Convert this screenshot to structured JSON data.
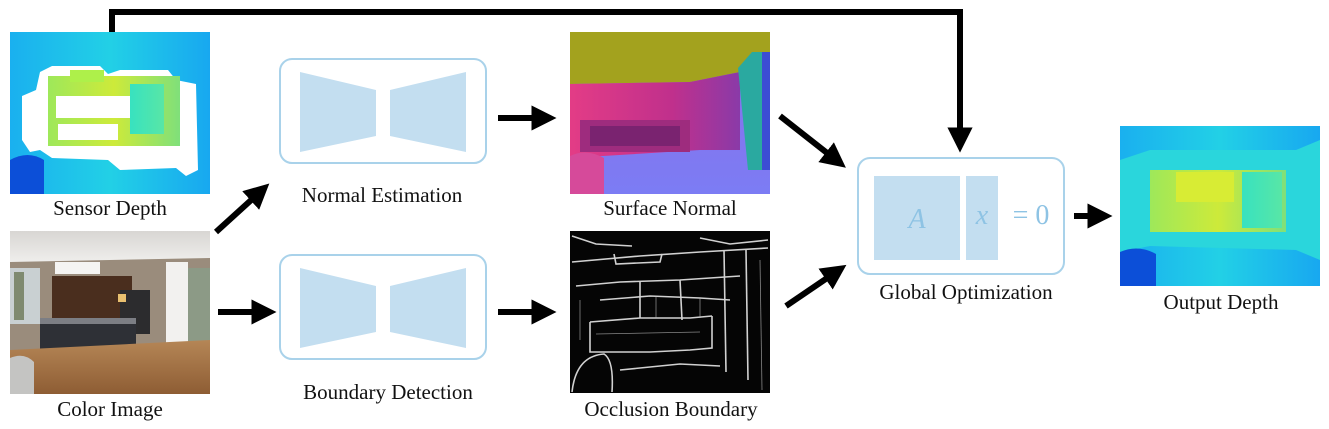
{
  "labels": {
    "sensor_depth": "Sensor Depth",
    "color_image": "Color Image",
    "normal_estimation": "Normal Estimation",
    "boundary_detection": "Boundary Detection",
    "surface_normal": "Surface Normal",
    "occlusion_boundary": "Occlusion Boundary",
    "global_optimization": "Global Optimization",
    "output_depth": "Output Depth"
  },
  "equation": {
    "matrix_symbol": "A",
    "vector_symbol": "x",
    "rhs": "= 0"
  },
  "colors": {
    "module_border": "#a9d2ea",
    "module_fill": "#c3def0",
    "equation_text": "#8ec3e4",
    "arrow": "#000000"
  }
}
